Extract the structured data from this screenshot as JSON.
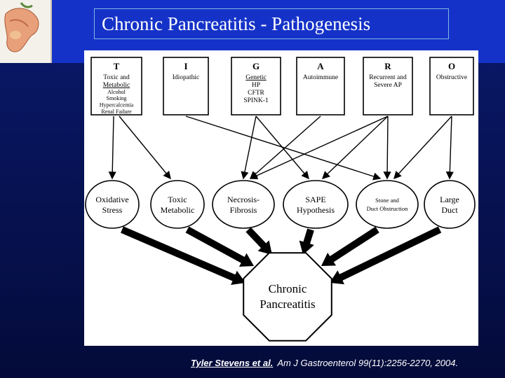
{
  "slide": {
    "title": "Chronic Pancreatitis  - Pathogenesis",
    "citation_authors": "Tyler Stevens et al.",
    "citation_ref": "Am J Gastroenterol 99(11):2256-2270, 2004."
  },
  "figure": {
    "causes": [
      {
        "letter": "T",
        "lines": [
          "Toxic and",
          "Metabolic",
          "Alcohol",
          "Smoking",
          "Hypercalcemia",
          "Renal Failure"
        ]
      },
      {
        "letter": "I",
        "lines": [
          "Idiopathic"
        ]
      },
      {
        "letter": "G",
        "lines": [
          "Genetic",
          "HP",
          "CFTR",
          "SPINK-1"
        ]
      },
      {
        "letter": "A",
        "lines": [
          "Autoimmune"
        ]
      },
      {
        "letter": "R",
        "lines": [
          "Recurrent and",
          "Severe AP"
        ]
      },
      {
        "letter": "O",
        "lines": [
          "Obstructive"
        ]
      }
    ],
    "mechanisms": [
      {
        "lines": [
          "Oxidative",
          "Stress"
        ]
      },
      {
        "lines": [
          "Toxic",
          "Metabolic"
        ]
      },
      {
        "lines": [
          "Necrosis-",
          "Fibrosis"
        ]
      },
      {
        "lines": [
          "SAPE",
          "Hypothesis"
        ]
      },
      {
        "lines": [
          "Stone and",
          "Duct Obstruction"
        ]
      },
      {
        "lines": [
          "Large",
          "Duct"
        ]
      }
    ],
    "outcome": {
      "lines": [
        "Chronic",
        "Pancreatitis"
      ]
    }
  }
}
